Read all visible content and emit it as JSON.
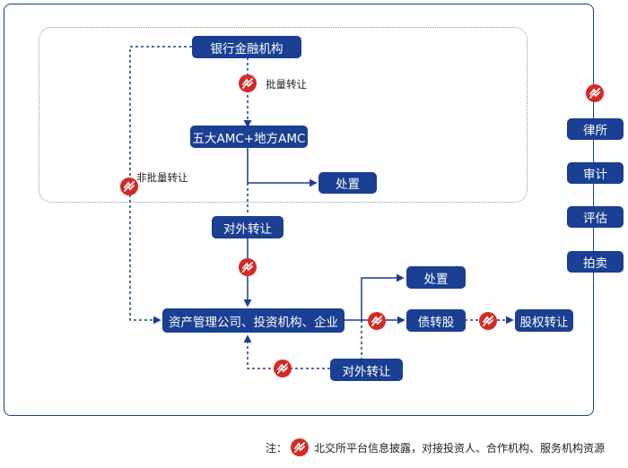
{
  "nodes": {
    "bank": "银行金融机构",
    "amc": "五大AMC+地方AMC",
    "dispose_top": "处置",
    "transfer_out_mid": "对外转让",
    "asset_mgmt": "资产管理公司、投资机构、企业",
    "dispose_right": "处置",
    "debt_equity": "债转股",
    "equity_transfer": "股权转让",
    "transfer_out_bottom": "对外转让"
  },
  "labels": {
    "batch_transfer": "批量转让",
    "non_batch_transfer": "非批量转让"
  },
  "side_services": [
    "律所",
    "审计",
    "评估",
    "拍卖"
  ],
  "legend": {
    "prefix": "注：",
    "text": "北交所平台信息披露，对接投资人、合作机构、服务机构资源"
  },
  "colors": {
    "box": "#1a3f93",
    "line": "#1c3f8f",
    "mark": "#d42a25"
  },
  "icons": {
    "platform": "platform-logo-icon"
  }
}
